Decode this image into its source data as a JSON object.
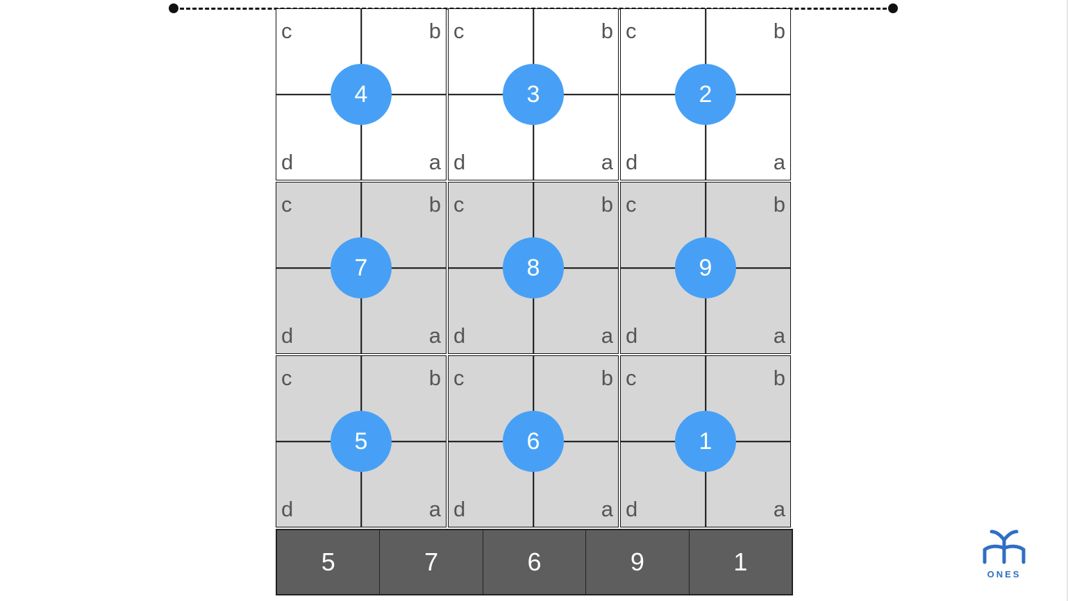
{
  "colors": {
    "node_fill": "#47a0f5",
    "cell_top_row": "#ffffff",
    "cell_lower_rows": "#d6d6d6",
    "bar_fill": "#5e5e5e",
    "logo": "#2f6fc4"
  },
  "corner_labels": {
    "top_left": "c",
    "top_right": "b",
    "bottom_left": "d",
    "bottom_right": "a"
  },
  "grid": {
    "rows": [
      {
        "shade": "white",
        "nodes": [
          "4",
          "3",
          "2"
        ]
      },
      {
        "shade": "grey",
        "nodes": [
          "7",
          "8",
          "9"
        ]
      },
      {
        "shade": "grey",
        "nodes": [
          "5",
          "6",
          "1"
        ]
      }
    ]
  },
  "bar": {
    "items": [
      "5",
      "7",
      "6",
      "9",
      "1"
    ]
  },
  "logo": {
    "text": "ONES",
    "icon": "ones-logo-icon"
  }
}
